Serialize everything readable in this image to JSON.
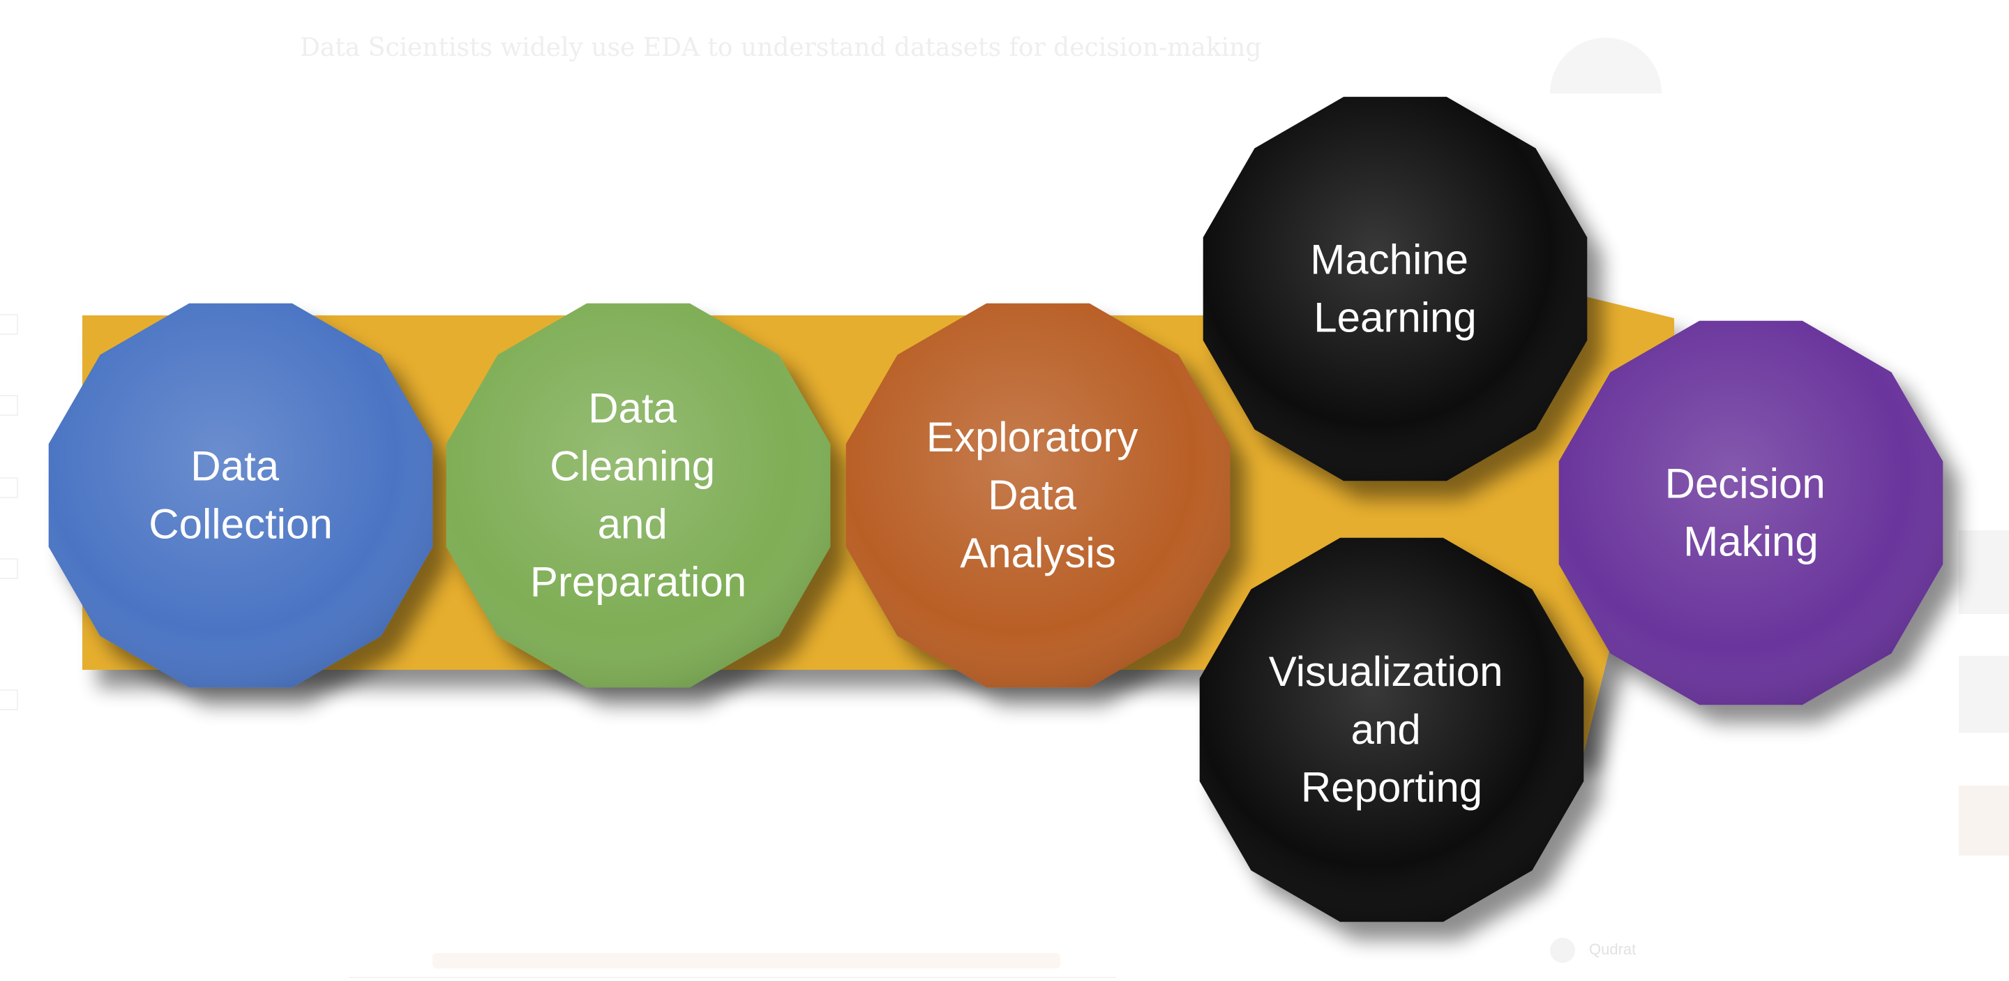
{
  "background_text": {
    "caption": "Data Scientists widely use EDA to understand datasets for decision-making",
    "footer": "Qudrat"
  },
  "diagram": {
    "arrow_color": "#E6AE2E",
    "nodes": [
      {
        "id": "data-collection",
        "lines": [
          "Data",
          "Collection"
        ],
        "color": "#4C74C4"
      },
      {
        "id": "data-cleaning",
        "lines": [
          "Data",
          "Cleaning",
          "and",
          "Preparation"
        ],
        "color": "#7FAE57"
      },
      {
        "id": "eda",
        "lines": [
          "Exploratory",
          "Data",
          "Analysis"
        ],
        "color": "#B95E26"
      },
      {
        "id": "machine-learning",
        "lines": [
          "Machine",
          "Learning"
        ],
        "color": "#0E0E0E"
      },
      {
        "id": "visualization",
        "lines": [
          "Visualization",
          "and",
          "Reporting"
        ],
        "color": "#0E0E0E"
      },
      {
        "id": "decision-making",
        "lines": [
          "Decision",
          "Making"
        ],
        "color": "#6A359C"
      }
    ]
  }
}
